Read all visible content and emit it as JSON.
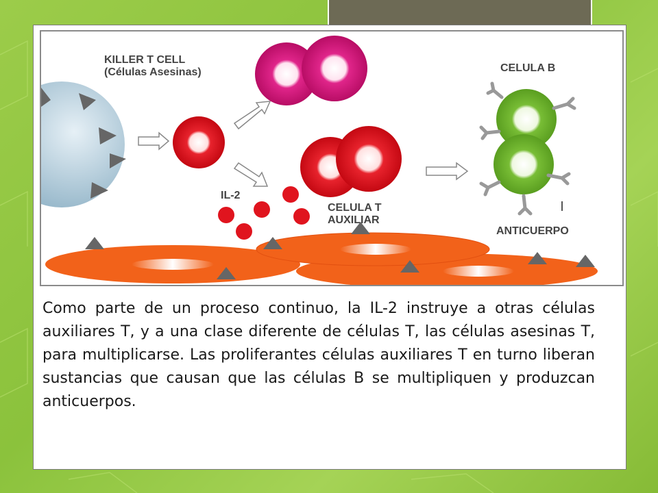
{
  "diagram": {
    "labels": {
      "killer_title": "KILLER T CELL",
      "killer_subtitle": "(Células Asesinas)",
      "b_cell": "CELULA B",
      "il2": "IL-2",
      "helper_line1": "CELULA T",
      "helper_line2": "AUXILIAR",
      "antibody": "ANTICUERPO"
    },
    "colors": {
      "killer_cell": "#d6157a",
      "helper_cell": "#e0141e",
      "b_cell": "#6fb52c",
      "antigen_cell": "#a9c6d6",
      "tissue": "#f2621a",
      "background": "#8bc23c"
    }
  },
  "caption": "Como parte de un proceso continuo, la IL-2 instruye a otras células auxiliares T, y a una clase diferente de células T, las células asesinas T, para multiplicarse. Las proliferantes células auxiliares T en turno liberan sustancias que causan que las células B se multipliquen y produzcan anticuerpos."
}
